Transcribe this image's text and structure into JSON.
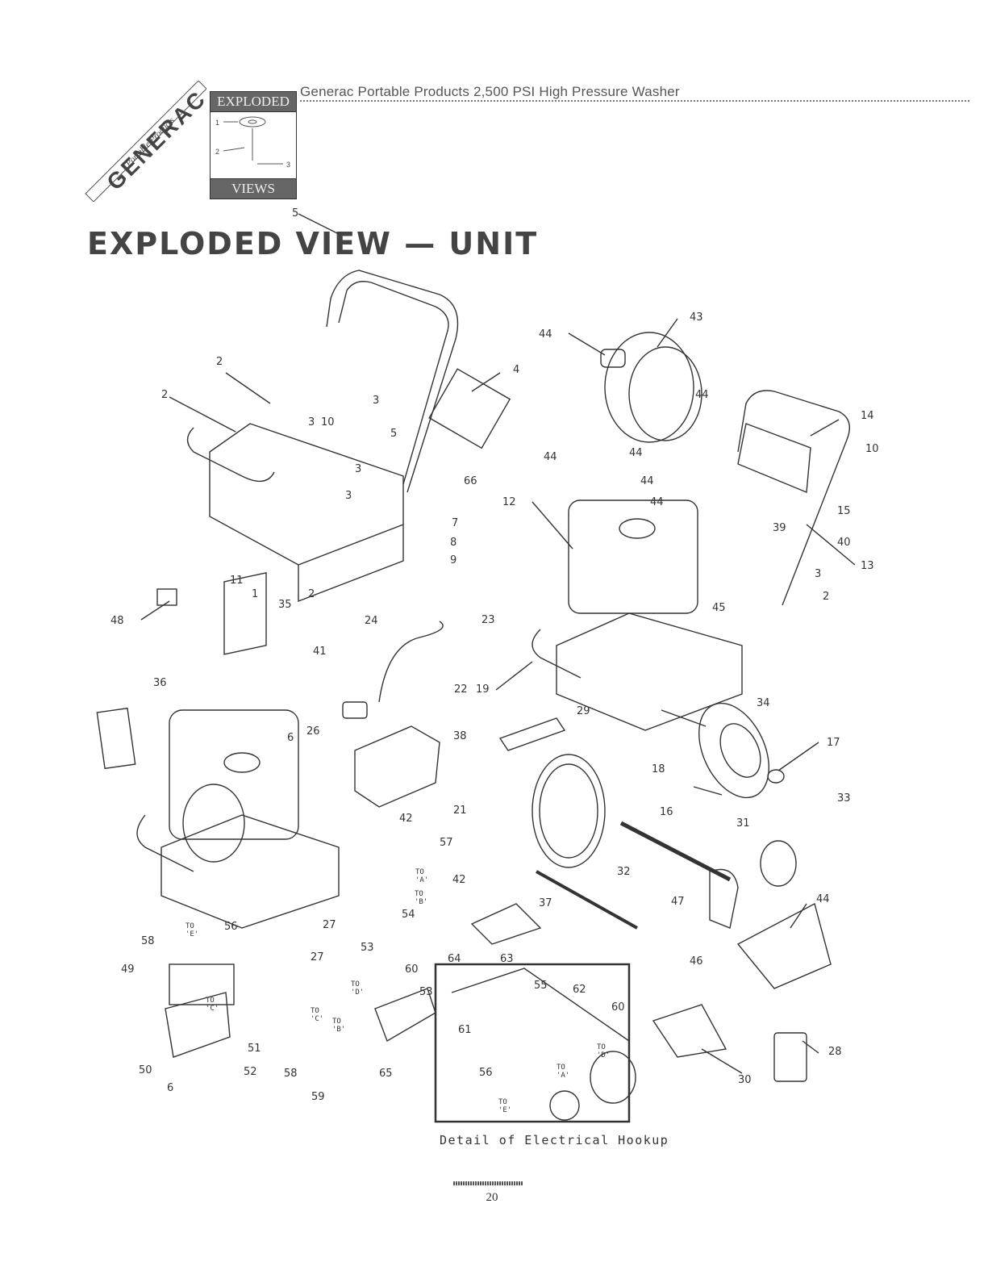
{
  "header": {
    "title": "Generac Portable Products 2,500 PSI High Pressure Washer",
    "badge_top": "EXPLODED",
    "badge_bottom": "VIEWS",
    "badge_numbers": [
      "1",
      "2",
      "3"
    ],
    "logo_word": "GENERAC",
    "logo_sub": "Portable Products"
  },
  "page_heading": "EXPLODED VIEW — UNIT",
  "detail_caption": "Detail of Electrical Hookup",
  "page_number": "20",
  "callouts": [
    {
      "id": "5a",
      "text": "5"
    },
    {
      "id": "2a",
      "text": "2"
    },
    {
      "id": "2b",
      "text": "2"
    },
    {
      "id": "3a",
      "text": "3"
    },
    {
      "id": "3b",
      "text": "3"
    },
    {
      "id": "10a",
      "text": "10"
    },
    {
      "id": "5b",
      "text": "5"
    },
    {
      "id": "4",
      "text": "4"
    },
    {
      "id": "66",
      "text": "66"
    },
    {
      "id": "3c",
      "text": "3"
    },
    {
      "id": "3d",
      "text": "3"
    },
    {
      "id": "7",
      "text": "7"
    },
    {
      "id": "8",
      "text": "8"
    },
    {
      "id": "9",
      "text": "9"
    },
    {
      "id": "11",
      "text": "11"
    },
    {
      "id": "1",
      "text": "1"
    },
    {
      "id": "2c",
      "text": "2"
    },
    {
      "id": "43",
      "text": "43"
    },
    {
      "id": "44a",
      "text": "44"
    },
    {
      "id": "44b",
      "text": "44"
    },
    {
      "id": "44c",
      "text": "44"
    },
    {
      "id": "44d",
      "text": "44"
    },
    {
      "id": "44e",
      "text": "44"
    },
    {
      "id": "44f",
      "text": "44"
    },
    {
      "id": "14",
      "text": "14"
    },
    {
      "id": "10b",
      "text": "10"
    },
    {
      "id": "15",
      "text": "15"
    },
    {
      "id": "39",
      "text": "39"
    },
    {
      "id": "40",
      "text": "40"
    },
    {
      "id": "12",
      "text": "12"
    },
    {
      "id": "13",
      "text": "13"
    },
    {
      "id": "3e",
      "text": "3"
    },
    {
      "id": "2d",
      "text": "2"
    },
    {
      "id": "45",
      "text": "45"
    },
    {
      "id": "34",
      "text": "34"
    },
    {
      "id": "19",
      "text": "19"
    },
    {
      "id": "17",
      "text": "17"
    },
    {
      "id": "16",
      "text": "16"
    },
    {
      "id": "48",
      "text": "48"
    },
    {
      "id": "35",
      "text": "35"
    },
    {
      "id": "24",
      "text": "24"
    },
    {
      "id": "23",
      "text": "23"
    },
    {
      "id": "41",
      "text": "41"
    },
    {
      "id": "22",
      "text": "22"
    },
    {
      "id": "36",
      "text": "36"
    },
    {
      "id": "6a",
      "text": "6"
    },
    {
      "id": "26",
      "text": "26"
    },
    {
      "id": "38",
      "text": "38"
    },
    {
      "id": "21",
      "text": "21"
    },
    {
      "id": "29",
      "text": "29"
    },
    {
      "id": "18",
      "text": "18"
    },
    {
      "id": "33",
      "text": "33"
    },
    {
      "id": "31",
      "text": "31"
    },
    {
      "id": "42a",
      "text": "42"
    },
    {
      "id": "57",
      "text": "57"
    },
    {
      "id": "42b",
      "text": "42"
    },
    {
      "id": "32",
      "text": "32"
    },
    {
      "id": "47",
      "text": "47"
    },
    {
      "id": "44g",
      "text": "44"
    },
    {
      "id": "54",
      "text": "54"
    },
    {
      "id": "37",
      "text": "37"
    },
    {
      "id": "46",
      "text": "46"
    },
    {
      "id": "27a",
      "text": "27"
    },
    {
      "id": "56a",
      "text": "56"
    },
    {
      "id": "58a",
      "text": "58"
    },
    {
      "id": "27b",
      "text": "27"
    },
    {
      "id": "53a",
      "text": "53"
    },
    {
      "id": "49",
      "text": "49"
    },
    {
      "id": "60a",
      "text": "60"
    },
    {
      "id": "53b",
      "text": "53"
    },
    {
      "id": "64",
      "text": "64"
    },
    {
      "id": "63",
      "text": "63"
    },
    {
      "id": "55",
      "text": "55"
    },
    {
      "id": "62",
      "text": "62"
    },
    {
      "id": "60b",
      "text": "60"
    },
    {
      "id": "61",
      "text": "61"
    },
    {
      "id": "51",
      "text": "51"
    },
    {
      "id": "52",
      "text": "52"
    },
    {
      "id": "58b",
      "text": "58"
    },
    {
      "id": "65",
      "text": "65"
    },
    {
      "id": "50",
      "text": "50"
    },
    {
      "id": "6b",
      "text": "6"
    },
    {
      "id": "59",
      "text": "59"
    },
    {
      "id": "56b",
      "text": "56"
    },
    {
      "id": "28",
      "text": "28"
    },
    {
      "id": "30",
      "text": "30"
    }
  ],
  "connector_tags": [
    {
      "id": "ta",
      "text": "TO 'A'"
    },
    {
      "id": "tb",
      "text": "TO 'B'"
    },
    {
      "id": "te",
      "text": "TO 'E'"
    },
    {
      "id": "tc",
      "text": "TO 'C'"
    },
    {
      "id": "td",
      "text": "TO 'D'"
    },
    {
      "id": "tc2",
      "text": "TO 'C'"
    },
    {
      "id": "tb2",
      "text": "TO 'B'"
    },
    {
      "id": "td2",
      "text": "TO 'D'"
    },
    {
      "id": "ta2",
      "text": "TO 'A'"
    },
    {
      "id": "te2",
      "text": "TO 'E'"
    }
  ]
}
